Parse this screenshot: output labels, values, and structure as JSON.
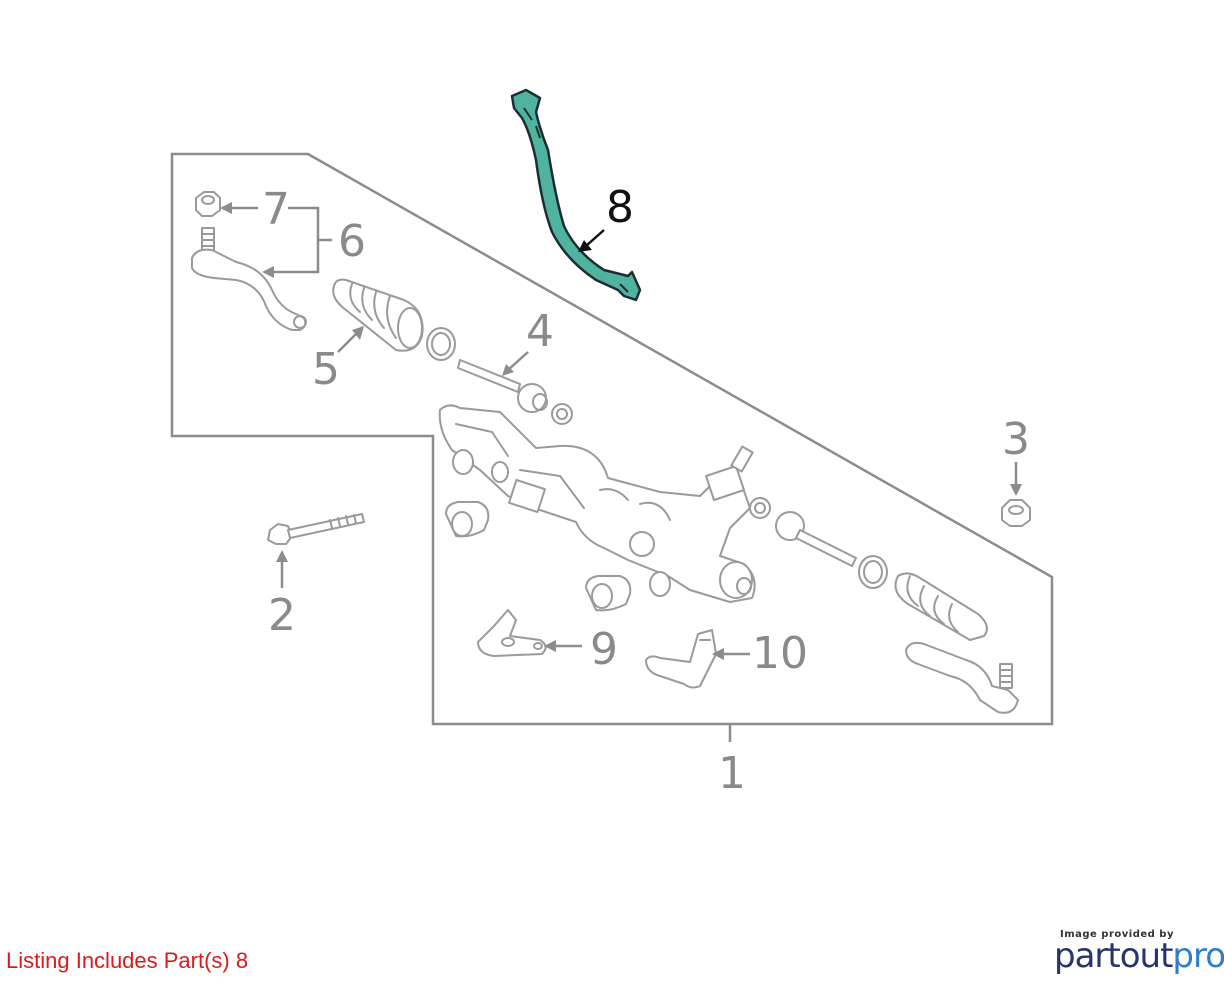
{
  "diagram": {
    "callouts": {
      "c1": "1",
      "c2": "2",
      "c3": "3",
      "c4": "4",
      "c5": "5",
      "c6": "6",
      "c7": "7",
      "c8": "8",
      "c9": "9",
      "c10": "10"
    },
    "highlight_color": "#4fb3a0",
    "highlighted_part": "8"
  },
  "footer": {
    "listing_note": "Listing Includes Part(s) 8",
    "listing_color": "#d81b1b",
    "provider_caption": "Image provided by",
    "provider_logo_a": "partout",
    "provider_logo_b": "pro"
  }
}
